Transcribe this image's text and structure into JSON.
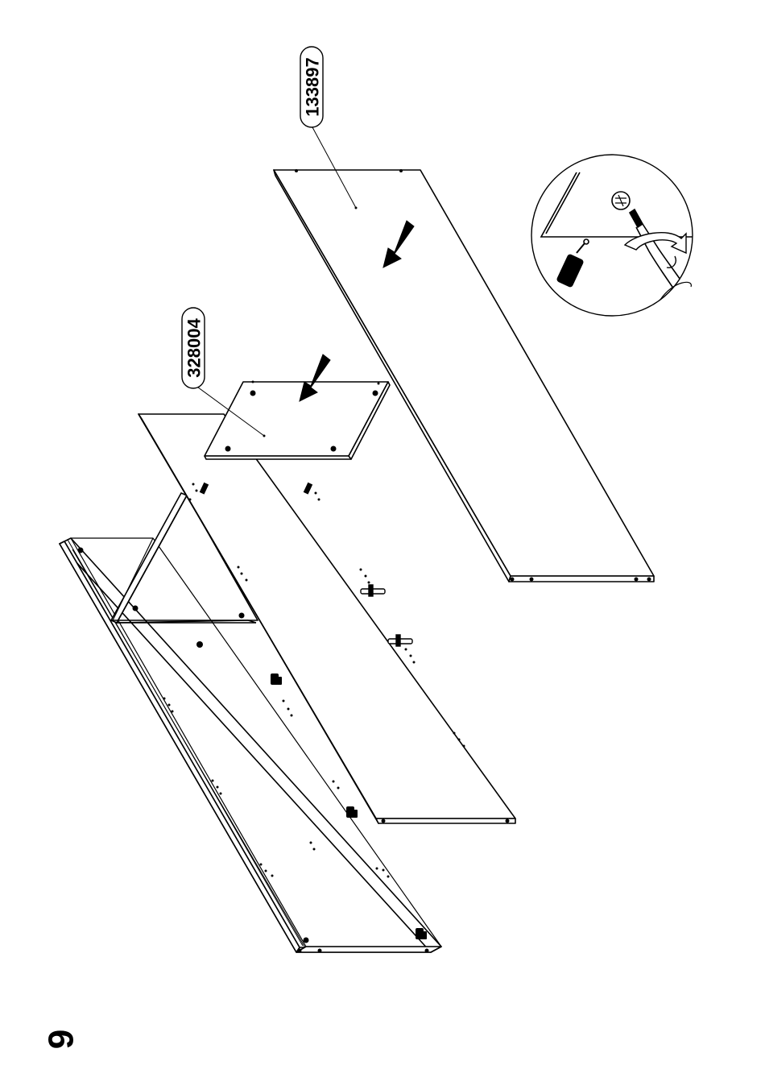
{
  "page": {
    "step_number": "9"
  },
  "parts": [
    {
      "id": "133897",
      "label": "133897"
    },
    {
      "id": "328004",
      "label": "328004"
    }
  ],
  "detail": {
    "tool_icon": "screwdriver-icon",
    "fastener_icon": "cam-lock-icon"
  },
  "colors": {
    "line": "#000000",
    "background": "#ffffff"
  }
}
